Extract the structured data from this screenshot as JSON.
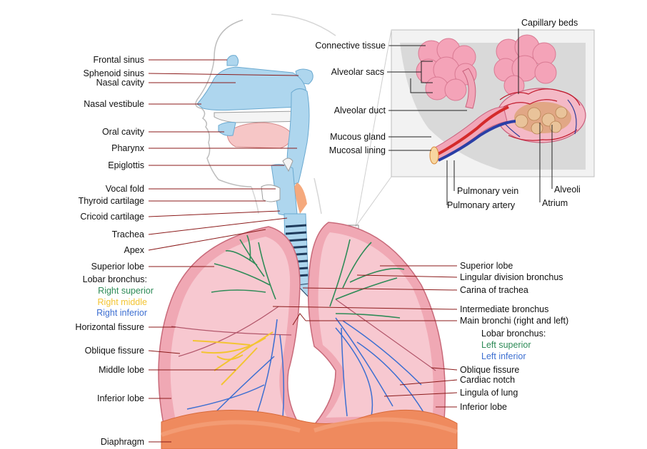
{
  "labels_left": {
    "frontal_sinus": "Frontal sinus",
    "sphenoid_sinus": "Sphenoid sinus",
    "nasal_cavity": "Nasal cavity",
    "nasal_vestibule": "Nasal vestibule",
    "oral_cavity": "Oral cavity",
    "pharynx": "Pharynx",
    "epiglottis": "Epiglottis",
    "vocal_fold": "Vocal fold",
    "thyroid_cartilage": "Thyroid cartilage",
    "cricoid_cartilage": "Cricoid cartilage",
    "trachea": "Trachea",
    "apex": "Apex",
    "superior_lobe": "Superior lobe",
    "lobar_bronchus": "Lobar bronchus:",
    "right_superior": "Right superior",
    "right_middle": "Right middle",
    "right_inferior": "Right inferior",
    "horizontal_fissure": "Horizontal fissure",
    "oblique_fissure": "Oblique fissure",
    "middle_lobe": "Middle lobe",
    "inferior_lobe": "Inferior lobe",
    "diaphragm": "Diaphragm"
  },
  "labels_right": {
    "superior_lobe": "Superior lobe",
    "lingular_division_bronchus": "Lingular division bronchus",
    "carina_of_trachea": "Carina of trachea",
    "intermediate_bronchus": "Intermediate bronchus",
    "main_bronchi": "Main bronchi (right and left)",
    "lobar_bronchus": "Lobar bronchus:",
    "left_superior": "Left superior",
    "left_inferior": "Left inferior",
    "oblique_fissure": "Oblique fissure",
    "cardiac_notch": "Cardiac notch",
    "lingula_of_lung": "Lingula of lung",
    "inferior_lobe": "Inferior lobe"
  },
  "labels_inset": {
    "capillary_beds": "Capillary beds",
    "connective_tissue": "Connective tissue",
    "alveolar_sacs": "Alveolar sacs",
    "alveolar_duct": "Alveolar duct",
    "mucous_gland": "Mucous gland",
    "mucosal_lining": "Mucosal lining",
    "pulmonary_vein": "Pulmonary vein",
    "pulmonary_artery": "Pulmonary artery",
    "alveoli": "Alveoli",
    "atrium": "Atrium"
  },
  "colors": {
    "airway": "#aed6ee",
    "lung": "#f0a8b4",
    "lung_inner": "#f7c8d0",
    "superior_bronchus": "#2e8b57",
    "middle_bronchus": "#f3c432",
    "inferior_bronchus": "#3d6fd1",
    "diaphragm": "#ef8a5e",
    "leader": "#8b1a1a",
    "inset_bg": "#e8e8e8"
  }
}
